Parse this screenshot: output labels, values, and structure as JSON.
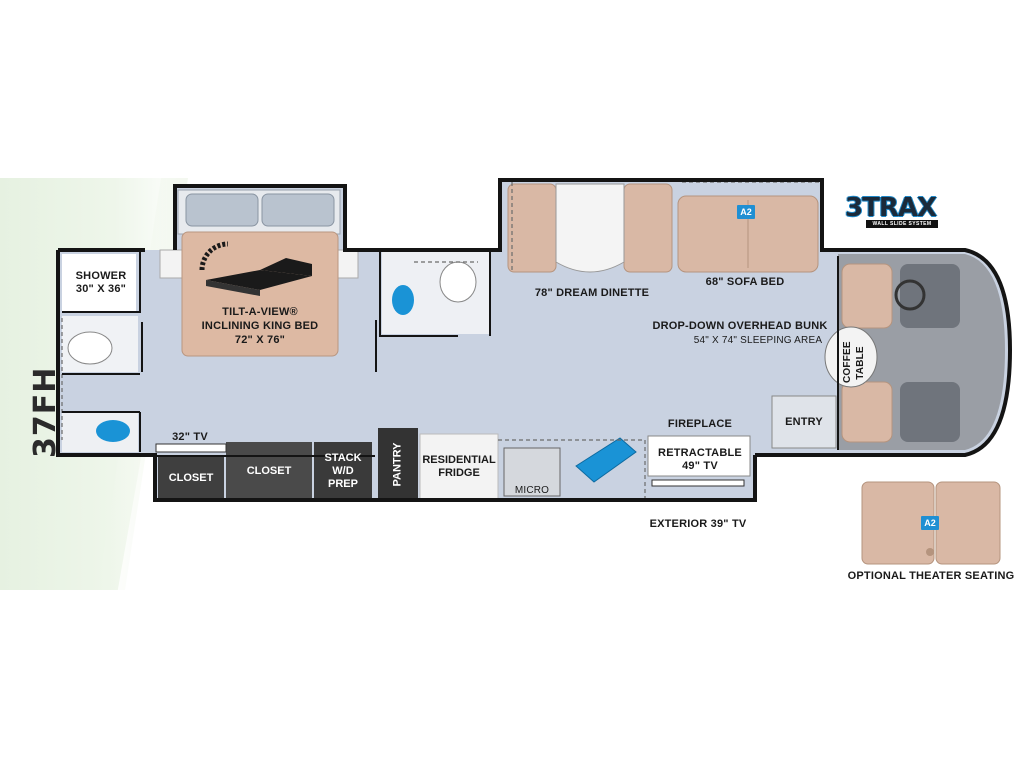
{
  "model_name": "37FH",
  "logo": {
    "text": "3TRAX",
    "tagline": "WALL SLIDE SYSTEM"
  },
  "rooms": {
    "shower": "SHOWER\n30\" X 36\"",
    "bed_line1": "TILT-A-VIEW®",
    "bed_line2": "INCLINING KING BED",
    "bed_line3": "72\" X 76\"",
    "dinette": "78\" DREAM DINETTE",
    "sofa_bed": "68\" SOFA BED",
    "bunk_line1": "DROP-DOWN OVERHEAD BUNK",
    "bunk_line2": "54\" X 74\" SLEEPING AREA",
    "coffee_table": "COFFEE\nTABLE",
    "fireplace": "FIREPLACE",
    "entry": "ENTRY",
    "retractable_tv": "RETRACTABLE\n49\" TV",
    "exterior_tv": "EXTERIOR 39\" TV",
    "tv32": "32\" TV",
    "closet1": "CLOSET",
    "closet2": "CLOSET",
    "stack": "STACK\nW/D\nPREP",
    "pantry": "PANTRY",
    "fridge": "RESIDENTIAL\nFRIDGE",
    "micro": "MICRO",
    "theater": "OPTIONAL THEATER SEATING",
    "badge": "A2"
  },
  "colors": {
    "floor": "#c9d2e1",
    "cabinet": "#3f3f3f",
    "seat": "#d9b8a5",
    "seat_dark": "#c19e89",
    "pillow": "#b9c3cf",
    "fixture_blue": "#1a93d6",
    "cab_gray": "#8d9198"
  }
}
